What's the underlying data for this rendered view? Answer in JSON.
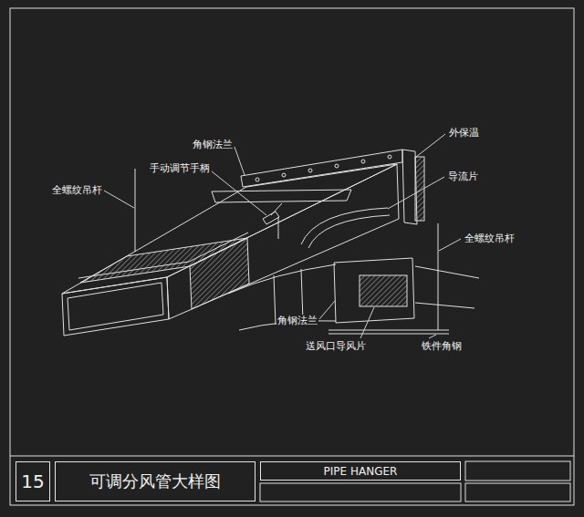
{
  "diagram": {
    "nodes": [
      {
        "text": [
          "15"
        ]
      },
      {
        "text": [
          "可调分风管大样图"
        ]
      },
      {
        "text": [
          "PIPE HANGER"
        ]
      }
    ],
    "labels": [
      "角钢法兰",
      "手动调节手柄",
      "全螺纹吊杆",
      "外保温",
      "导流片",
      "全螺纹吊杆",
      "角钢法兰",
      "送风口导风片",
      "铁件角钢"
    ]
  }
}
